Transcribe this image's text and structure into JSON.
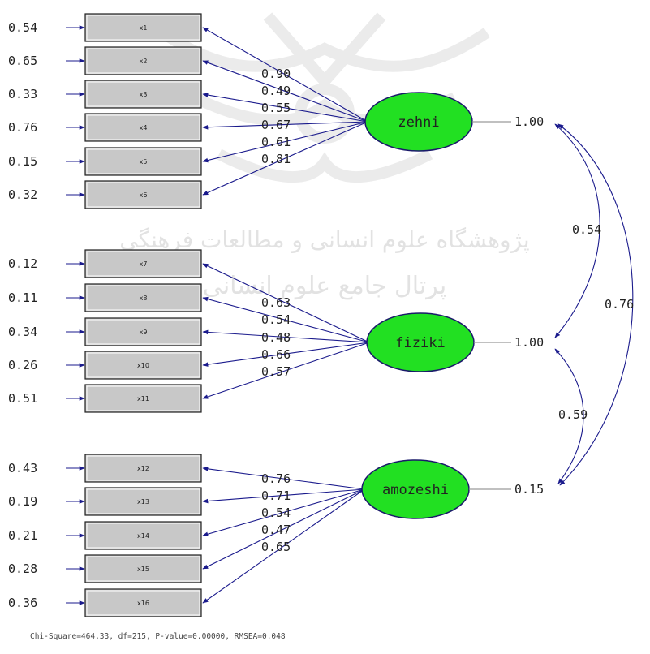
{
  "colors": {
    "latent_fill": "#22e022",
    "arrow": "#1a1a8c",
    "indicator_box": "#c8c8c8"
  },
  "watermark": {
    "line1": "پژوهشگاه علوم انسانی و مطالعات فرهنگی",
    "line2": "پرتال جامع علوم انسانی"
  },
  "indicators": [
    {
      "id": "x1",
      "error": "0.54"
    },
    {
      "id": "x2",
      "error": "0.65"
    },
    {
      "id": "x3",
      "error": "0.33"
    },
    {
      "id": "x4",
      "error": "0.76"
    },
    {
      "id": "x5",
      "error": "0.15"
    },
    {
      "id": "x6",
      "error": "0.32"
    },
    {
      "id": "x7",
      "error": "0.12"
    },
    {
      "id": "x8",
      "error": "0.11"
    },
    {
      "id": "x9",
      "error": "0.34"
    },
    {
      "id": "x10",
      "error": "0.26"
    },
    {
      "id": "x11",
      "error": "0.51"
    },
    {
      "id": "x12",
      "error": "0.43"
    },
    {
      "id": "x13",
      "error": "0.19"
    },
    {
      "id": "x14",
      "error": "0.21"
    },
    {
      "id": "x15",
      "error": "0.28"
    },
    {
      "id": "x16",
      "error": "0.36"
    }
  ],
  "latents": [
    {
      "name": "zehni",
      "variance": "1.00",
      "indicators": [
        "x1",
        "x2",
        "x3",
        "x4",
        "x5",
        "x6"
      ],
      "loadings": [
        "0.90",
        "0.49",
        "0.55",
        "0.67",
        "0.61",
        "0.81"
      ]
    },
    {
      "name": "fiziki",
      "variance": "1.00",
      "indicators": [
        "x7",
        "x8",
        "x9",
        "x10",
        "x11"
      ],
      "loadings": [
        "0.63",
        "0.54",
        "0.48",
        "0.66",
        "0.57"
      ]
    },
    {
      "name": "amozeshi",
      "variance": "0.15",
      "indicators": [
        "x12",
        "x13",
        "x14",
        "x15",
        "x16"
      ],
      "loadings": [
        "0.76",
        "0.71",
        "0.54",
        "0.47",
        "0.65"
      ]
    }
  ],
  "correlations": [
    {
      "between": [
        "zehni",
        "fiziki"
      ],
      "value": "0.54"
    },
    {
      "between": [
        "zehni",
        "amozeshi"
      ],
      "value": "0.76"
    },
    {
      "between": [
        "fiziki",
        "amozeshi"
      ],
      "value": "0.59"
    }
  ],
  "fit_statistics": "Chi-Square=464.33, df=215, P-value=0.00000, RMSEA=0.048"
}
